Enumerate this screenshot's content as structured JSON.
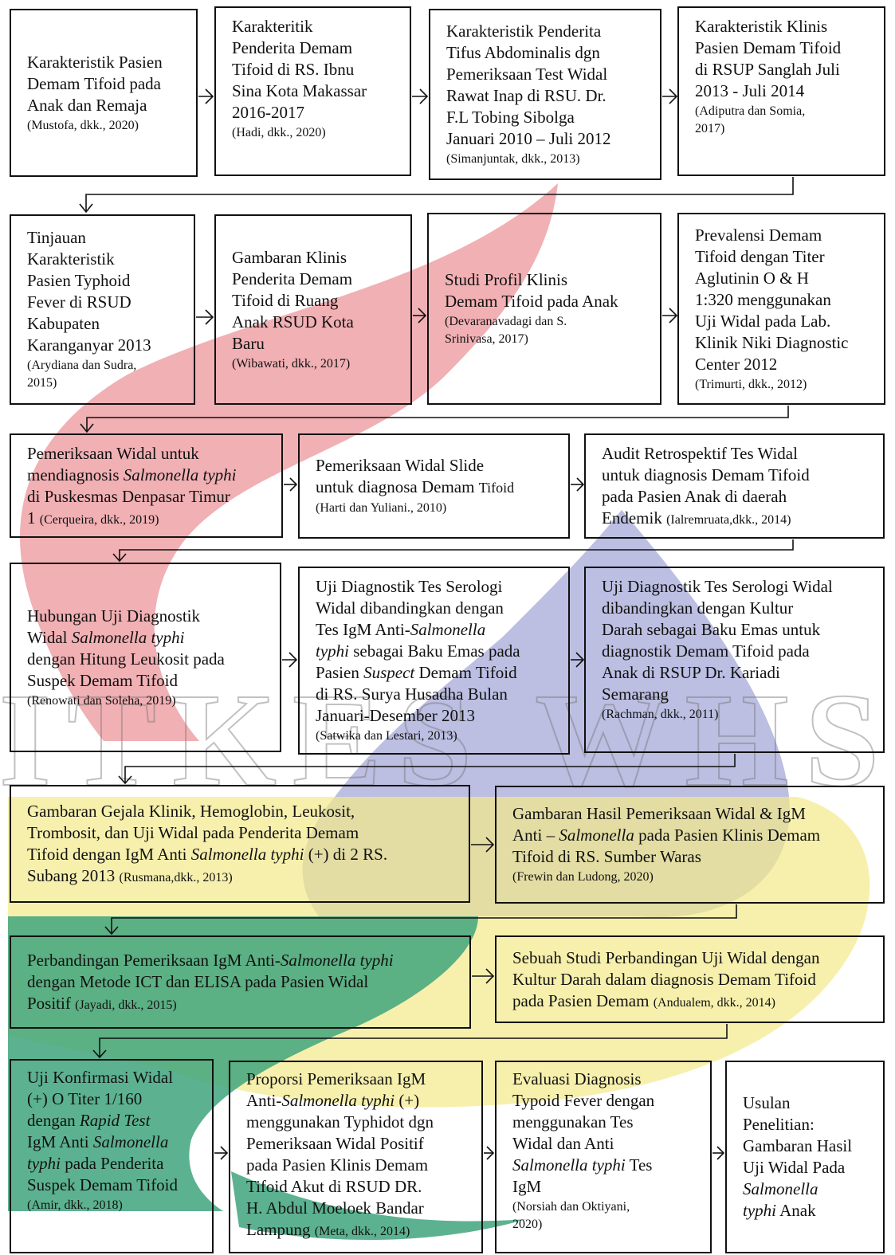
{
  "watermark": {
    "text": "ITKES WHS",
    "colors": {
      "red": "#e87f86",
      "blue": "#9092cf",
      "yellow": "#f4e98a",
      "green": "#3fa57d"
    }
  },
  "row1": [
    {
      "title": "Karakteristik Pasien\nDemam Tifoid pada\nAnak dan Remaja",
      "cite": "(Mustofa, dkk., 2020)"
    },
    {
      "title": "Karakteritik\nPenderita Demam\nTifoid di RS. Ibnu\nSina Kota Makassar\n2016-2017",
      "cite": "(Hadi, dkk., 2020)"
    },
    {
      "title": "Karakteristik Penderita\nTifus Abdominalis dgn\nPemeriksaan Test Widal\nRawat Inap di RSU. Dr.\nF.L Tobing Sibolga\nJanuari 2010 – Juli 2012",
      "cite": "(Simanjuntak, dkk., 2013)"
    },
    {
      "title": "Karakteristik Klinis\nPasien Demam Tifoid\ndi RSUP Sanglah Juli\n2013 - Juli 2014",
      "cite": "(Adiputra dan Somia,\n2017)"
    }
  ],
  "row2": [
    {
      "title": "Tinjauan\nKarakteristik\nPasien Typhoid\nFever di RSUD\nKabupaten\nKaranganyar 2013",
      "cite": "(Arydiana dan Sudra,\n2015)"
    },
    {
      "title": "Gambaran Klinis\nPenderita Demam\nTifoid di Ruang\nAnak  RSUD  Kota\nBaru",
      "cite": "(Wibawati, dkk., 2017)"
    },
    {
      "title": "Studi Profil Klinis\nDemam Tifoid pada Anak",
      "cite": "(Devaranavadagi dan S.\nSrinivasa, 2017)"
    },
    {
      "title": "Prevalensi Demam\nTifoid dengan Titer\nAglutinin O & H\n1:320  menggunakan\nUji Widal pada Lab.\nKlinik Niki Diagnostic\nCenter 2012",
      "cite": "(Trimurti, dkk., 2012)"
    }
  ],
  "row3": [
    {
      "t1": "Pemeriksaan Widal untuk",
      "t2a": "mendiagnosis ",
      "t2i": "Salmonella typhi",
      "t3": "di Puskesmas Denpasar Timur",
      "t4": "1 ",
      "cite": "(Cerqueira, dkk., 2019)"
    },
    {
      "t1": "Pemeriksaan Widal Slide",
      "t2a": "untuk diagnosa Demam ",
      "t2b": "Tifoid",
      "cite": "(Harti dan Yuliani., 2010)"
    },
    {
      "title": "Audit Retrospektif Tes Widal\nuntuk diagnosis Demam Tifoid\npada Pasien Anak di daerah",
      "t4": "Endemik ",
      "cite": "(Ialremruata,dkk., 2014)"
    }
  ],
  "row4": [
    {
      "t1": "Hubungan Uji Diagnostik",
      "t2a": "Widal ",
      "t2i": "Salmonella typhi",
      "t3": "dengan Hitung Leukosit pada",
      "t4": "Suspek Demam Tifoid",
      "cite": "(Renowati dan Soleha, 2019)"
    },
    {
      "t1": "Uji Diagnostik Tes Serologi",
      "t2": "Widal dibandingkan dengan",
      "t3a": "Tes IgM Anti-",
      "t3i": "Salmonella",
      "t4i": "typhi",
      "t4a": " sebagai Baku Emas pada",
      "t5a": "Pasien ",
      "t5i": "Suspect",
      "t5b": " Demam Tifoid",
      "t6": "di RS. Surya Husadha Bulan",
      "t7": "Januari-Desember 2013",
      "cite": "(Satwika dan Lestari, 2013)"
    },
    {
      "title": "Uji Diagnostik Tes Serologi Widal\ndibandingkan dengan Kultur\nDarah sebagai Baku Emas untuk\ndiagnostik Demam Tifoid pada\nAnak di RSUP Dr. Kariadi\nSemarang",
      "cite": "(Rachman, dkk., 2011)"
    }
  ],
  "row5": [
    {
      "t1": "Gambaran Gejala Klinik, Hemoglobin, Leukosit,",
      "t2": "Trombosit, dan Uji Widal pada Penderita Demam",
      "t3a": "Tifoid dengan IgM Anti ",
      "t3i": "Salmonella typhi",
      "t3b": " (+) di 2 RS.",
      "t4": "Subang 2013 ",
      "cite": "(Rusmana,dkk., 2013)"
    },
    {
      "t1": "Gambaran Hasil Pemeriksaan Widal & IgM",
      "t2a": "Anti – ",
      "t2i": "Salmonella",
      "t2b": " pada Pasien Klinis Demam",
      "t3": "Tifoid di RS. Sumber Waras",
      "cite": "(Frewin dan Ludong, 2020)"
    }
  ],
  "row6": [
    {
      "t1a": "Perbandingan Pemeriksaan IgM Anti-",
      "t1i": "Salmonella typhi",
      "t2": "dengan Metode ICT dan ELISA pada Pasien Widal",
      "t3": "Positif ",
      "cite": "(Jayadi, dkk., 2015)"
    },
    {
      "t1": "Sebuah Studi Perbandingan Uji Widal dengan",
      "t2": "Kultur Darah dalam diagnosis Demam Tifoid",
      "t3": "pada Pasien Demam ",
      "cite": "(Andualem, dkk., 2014)"
    }
  ],
  "row7": [
    {
      "t1": "Uji Konfirmasi Widal",
      "t2": "(+) O Titer 1/160",
      "t3a": "dengan ",
      "t3i": "Rapid Test",
      "t4a": "IgM Anti ",
      "t4i": "Salmonella",
      "t5i": "typhi",
      "t5a": " pada Penderita",
      "t6": "Suspek Demam Tifoid",
      "cite": "(Amir, dkk., 2018)"
    },
    {
      "t1": "Proporsi Pemeriksaan IgM",
      "t2a": "Anti-",
      "t2i": "Salmonella typhi",
      "t2b": " (+)",
      "t3": "menggunakan Typhidot dgn",
      "t4": "Pemeriksaan Widal Positif",
      "t5": "pada Pasien Klinis Demam",
      "t6": "Tifoid Akut di RSUD DR.",
      "t7": "H. Abdul Moeloek Bandar",
      "t8": "Lampung  ",
      "cite": "(Meta, dkk., 2014)"
    },
    {
      "t1": "Evaluasi Diagnosis",
      "t2": "Typoid Fever dengan",
      "t3": "menggunakan Tes",
      "t4": "Widal dan Anti",
      "t5i": "Salmonella typhi",
      "t5a": " Tes",
      "t6": "IgM",
      "cite": "(Norsiah dan Oktiyani,\n2020)"
    },
    {
      "t1": "Usulan",
      "t2": "Penelitian:",
      "t3": "Gambaran Hasil",
      "t4": "Uji Widal Pada",
      "t5i": "Salmonella",
      "t6i": "typhi",
      "t6a": " Anak"
    }
  ]
}
